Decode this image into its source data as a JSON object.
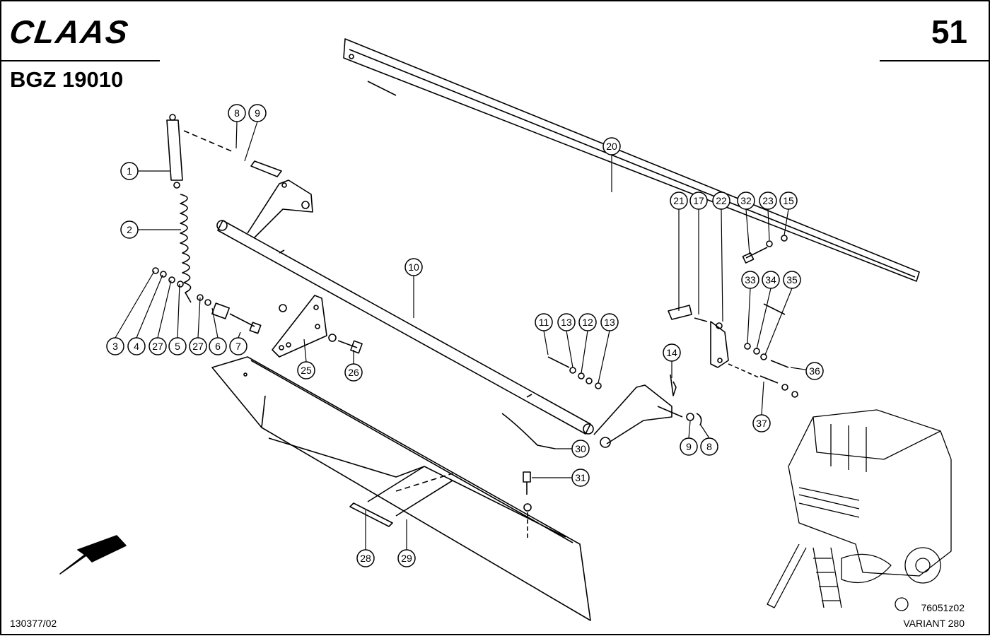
{
  "header": {
    "brand": "CLAAS",
    "page_number": "51",
    "doc_code": "BGZ 19010"
  },
  "footer": {
    "left_code": "130377/02",
    "drawing_code": "76051z02",
    "model": "VARIANT 280"
  },
  "callouts": [
    "1",
    "2",
    "3",
    "4",
    "27",
    "5",
    "27",
    "6",
    "7",
    "8",
    "9",
    "10",
    "20",
    "21",
    "17",
    "22",
    "32",
    "23",
    "15",
    "33",
    "34",
    "35",
    "36",
    "11",
    "13",
    "12",
    "13",
    "14",
    "9",
    "8",
    "37",
    "25",
    "26",
    "30",
    "31",
    "28",
    "29"
  ],
  "colors": {
    "ink": "#000000",
    "paper": "#ffffff"
  }
}
